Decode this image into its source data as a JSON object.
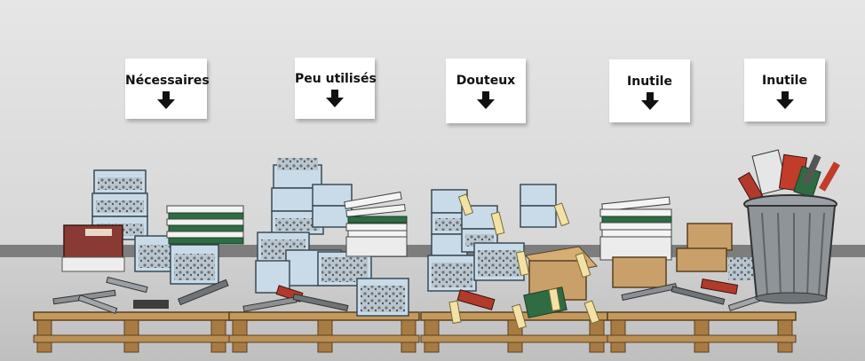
{
  "categories": [
    {
      "label": "Nécessaires",
      "icon": "arrow-down-icon"
    },
    {
      "label": "Peu utilisés",
      "icon": "arrow-down-icon"
    },
    {
      "label": "Douteux",
      "icon": "arrow-down-icon"
    },
    {
      "label": "Inutile",
      "icon": "arrow-down-icon"
    },
    {
      "label": "Inutile",
      "icon": "arrow-down-icon"
    }
  ],
  "colors": {
    "wall": "#dedede",
    "baseboard": "#7d7d7d",
    "pallet_wood": "#c49a5c",
    "bin": "#c9dbe8",
    "tag": "#f3e2a8",
    "cardboard": "#c9a06a",
    "trash_can": "#8f9498"
  }
}
